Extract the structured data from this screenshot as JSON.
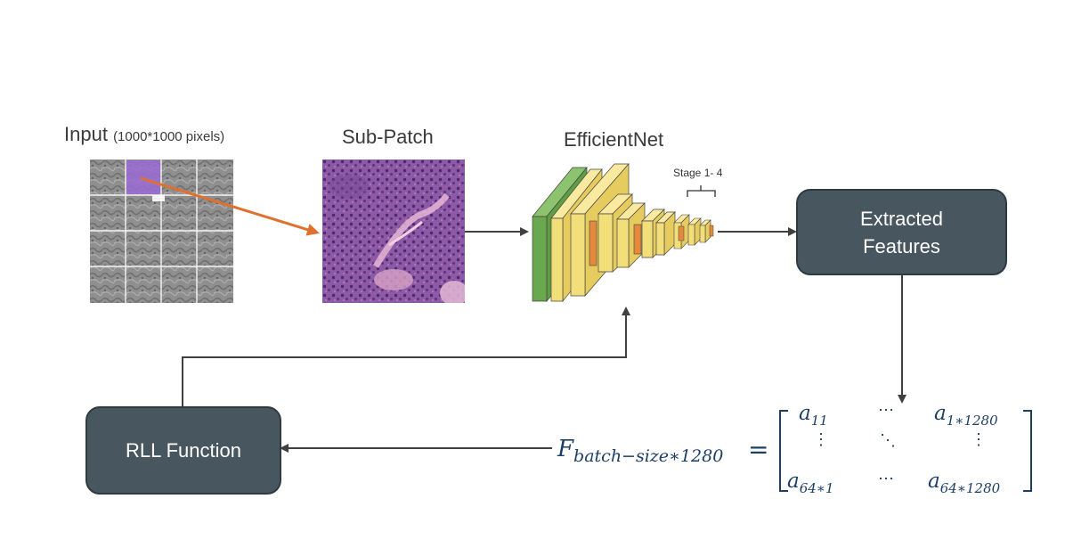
{
  "input": {
    "title": "Input",
    "subtitle": "(1000*1000 pixels)"
  },
  "subpatch": {
    "title": "Sub-Patch"
  },
  "efficientnet": {
    "title": "EfficientNet",
    "stage_label": "Stage 1- 4"
  },
  "extracted": {
    "line1": "Extracted",
    "line2": "Features"
  },
  "rll": {
    "label": "RLL Function"
  },
  "formula": {
    "lhs_base": "F",
    "lhs_sub": "batch−size∗1280",
    "equals": "=",
    "m11_base": "a",
    "m11_sub": "11",
    "m1n_base": "a",
    "m1n_sub": "1∗1280",
    "mn1_base": "a",
    "mn1_sub": "64∗1",
    "mnn_base": "a",
    "mnn_sub": "64∗1280",
    "hdots": "⋯",
    "vdots": "⋮",
    "ddots": "⋱"
  },
  "colors": {
    "box_fill": "#48565f",
    "arrow": "#404040",
    "orange_arrow": "#e0702f",
    "layer_green": "#6aa84f",
    "layer_yellow": "#f3df7a",
    "layer_orange": "#e58a3c",
    "formula": "#1d3f66"
  }
}
